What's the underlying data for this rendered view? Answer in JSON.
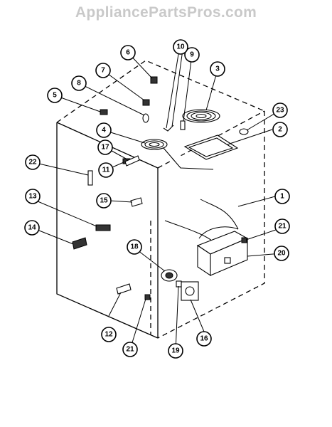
{
  "header": {
    "site": "AppliancePartsPros.com",
    "color": "#c9c9c9"
  },
  "callouts": [
    "1",
    "2",
    "3",
    "4",
    "5",
    "6",
    "7",
    "8",
    "9",
    "10",
    "11",
    "12",
    "13",
    "14",
    "15",
    "16",
    "17",
    "18",
    "19",
    "20",
    "21",
    "21",
    "22",
    "23"
  ]
}
